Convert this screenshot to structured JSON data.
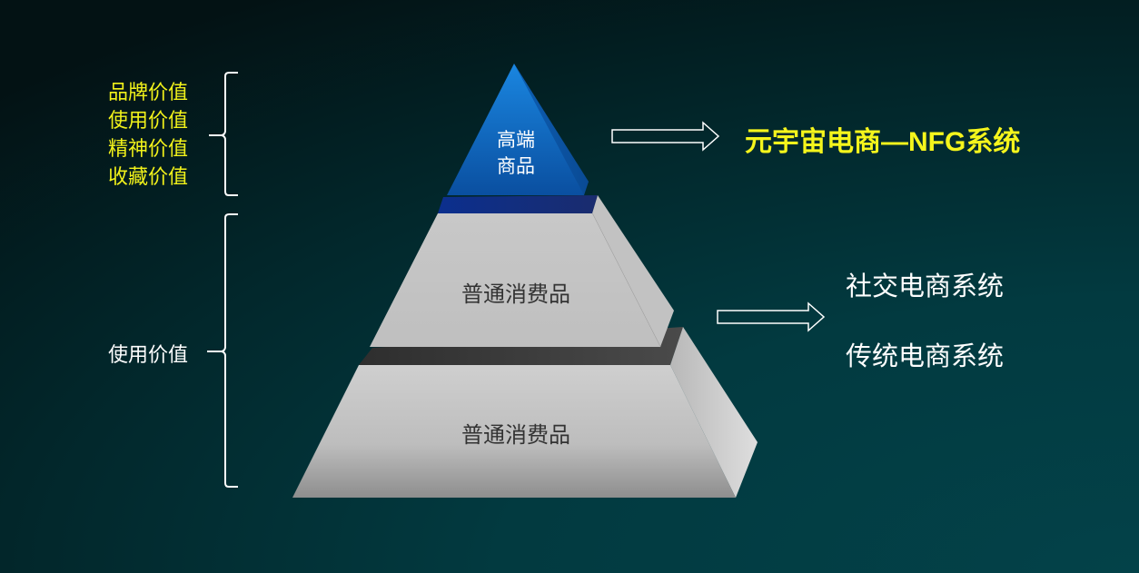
{
  "left_labels": {
    "top_group": [
      "品牌价值",
      "使用价值",
      "精神价值",
      "收藏价值"
    ],
    "bottom_group": "使用价值"
  },
  "pyramid": {
    "top_tier": {
      "line1": "高端",
      "line2": "商品"
    },
    "middle_tier": "普通消费品",
    "bottom_tier": "普通消费品"
  },
  "right_labels": {
    "top": "元宇宙电商—NFG系统",
    "bottom": [
      "社交电商系统",
      "传统电商系统"
    ]
  },
  "colors": {
    "yellow_text": "#f2f21a",
    "top_tier_blue": "#0e6fc7",
    "gray_tier": "#c4c4c4",
    "background": "#023a40"
  }
}
